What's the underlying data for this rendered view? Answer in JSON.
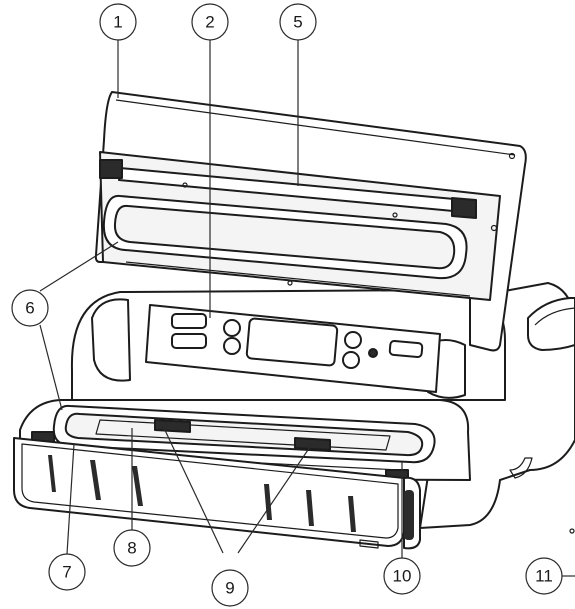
{
  "callouts": [
    {
      "id": "1",
      "label": "1"
    },
    {
      "id": "2",
      "label": "2"
    },
    {
      "id": "5",
      "label": "5"
    },
    {
      "id": "6",
      "label": "6"
    },
    {
      "id": "7",
      "label": "7"
    },
    {
      "id": "8",
      "label": "8"
    },
    {
      "id": "9",
      "label": "9"
    },
    {
      "id": "10",
      "label": "10"
    },
    {
      "id": "11",
      "label": "11"
    }
  ]
}
